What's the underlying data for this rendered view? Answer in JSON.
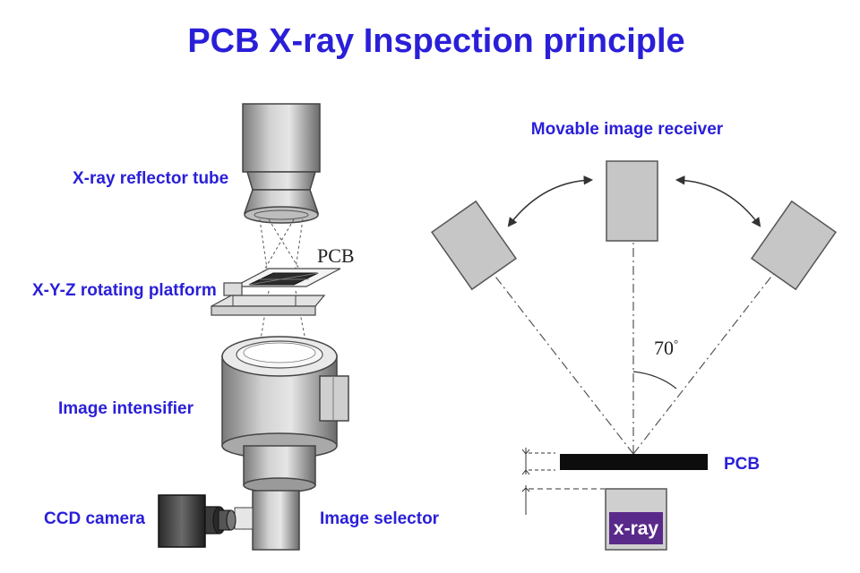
{
  "colors": {
    "label": "#2a1fd8",
    "line": "#333333",
    "panel_fill": "#c6c6c6",
    "panel_stroke": "#555555",
    "pcb_bar": "#0d0d0d",
    "xray_badge": "#5a2a8a"
  },
  "title": "PCB X-ray Inspection principle",
  "left": {
    "label_xray_tube": "X-ray reflector tube",
    "label_pcb": "PCB",
    "label_platform": "X-Y-Z rotating platform",
    "label_intensifier": "Image intensifier",
    "label_ccd": "CCD camera",
    "label_selector": "Image selector"
  },
  "right": {
    "label_receiver": "Movable image receiver",
    "angle_label": "70",
    "angle_mark": "°",
    "label_pcb": "PCB",
    "xray_label": "x-ray"
  },
  "icons": {
    "tube": "xray-tube-icon",
    "platform": "rotating-platform-icon",
    "intensifier": "image-intensifier-icon",
    "camera": "ccd-camera-icon",
    "selector": "image-selector-icon",
    "receiver": "image-receiver-panel-icon",
    "source": "xray-source-icon"
  }
}
